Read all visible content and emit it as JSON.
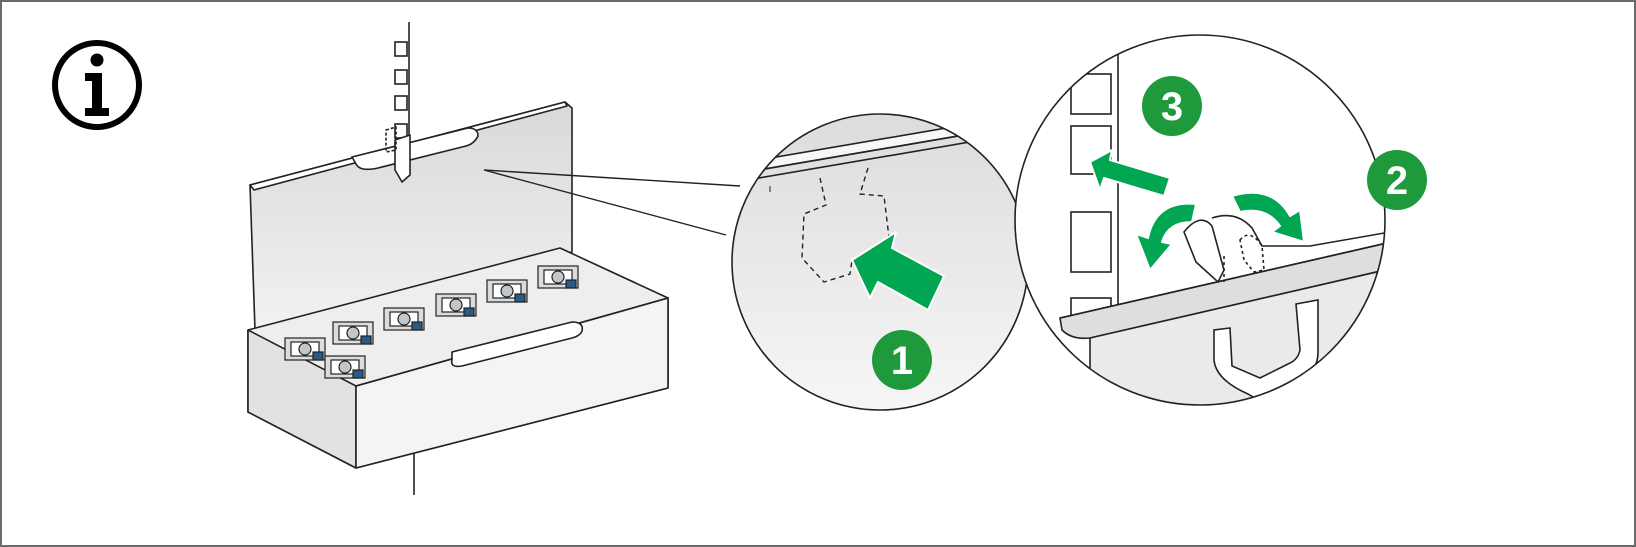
{
  "info_icon": {
    "name": "info-icon",
    "glyph": "i"
  },
  "steps": [
    {
      "number": "1",
      "name": "push-clip"
    },
    {
      "number": "2",
      "name": "rotate-clip"
    },
    {
      "number": "3",
      "name": "release-clip"
    }
  ],
  "colors": {
    "accent_green": "#1e9a3c",
    "arrow_green": "#00a651",
    "outline": "#222222",
    "border": "#6b6b6b",
    "panel_gray": "#e4e4e4",
    "panel_dark": "#cfcfcf"
  }
}
